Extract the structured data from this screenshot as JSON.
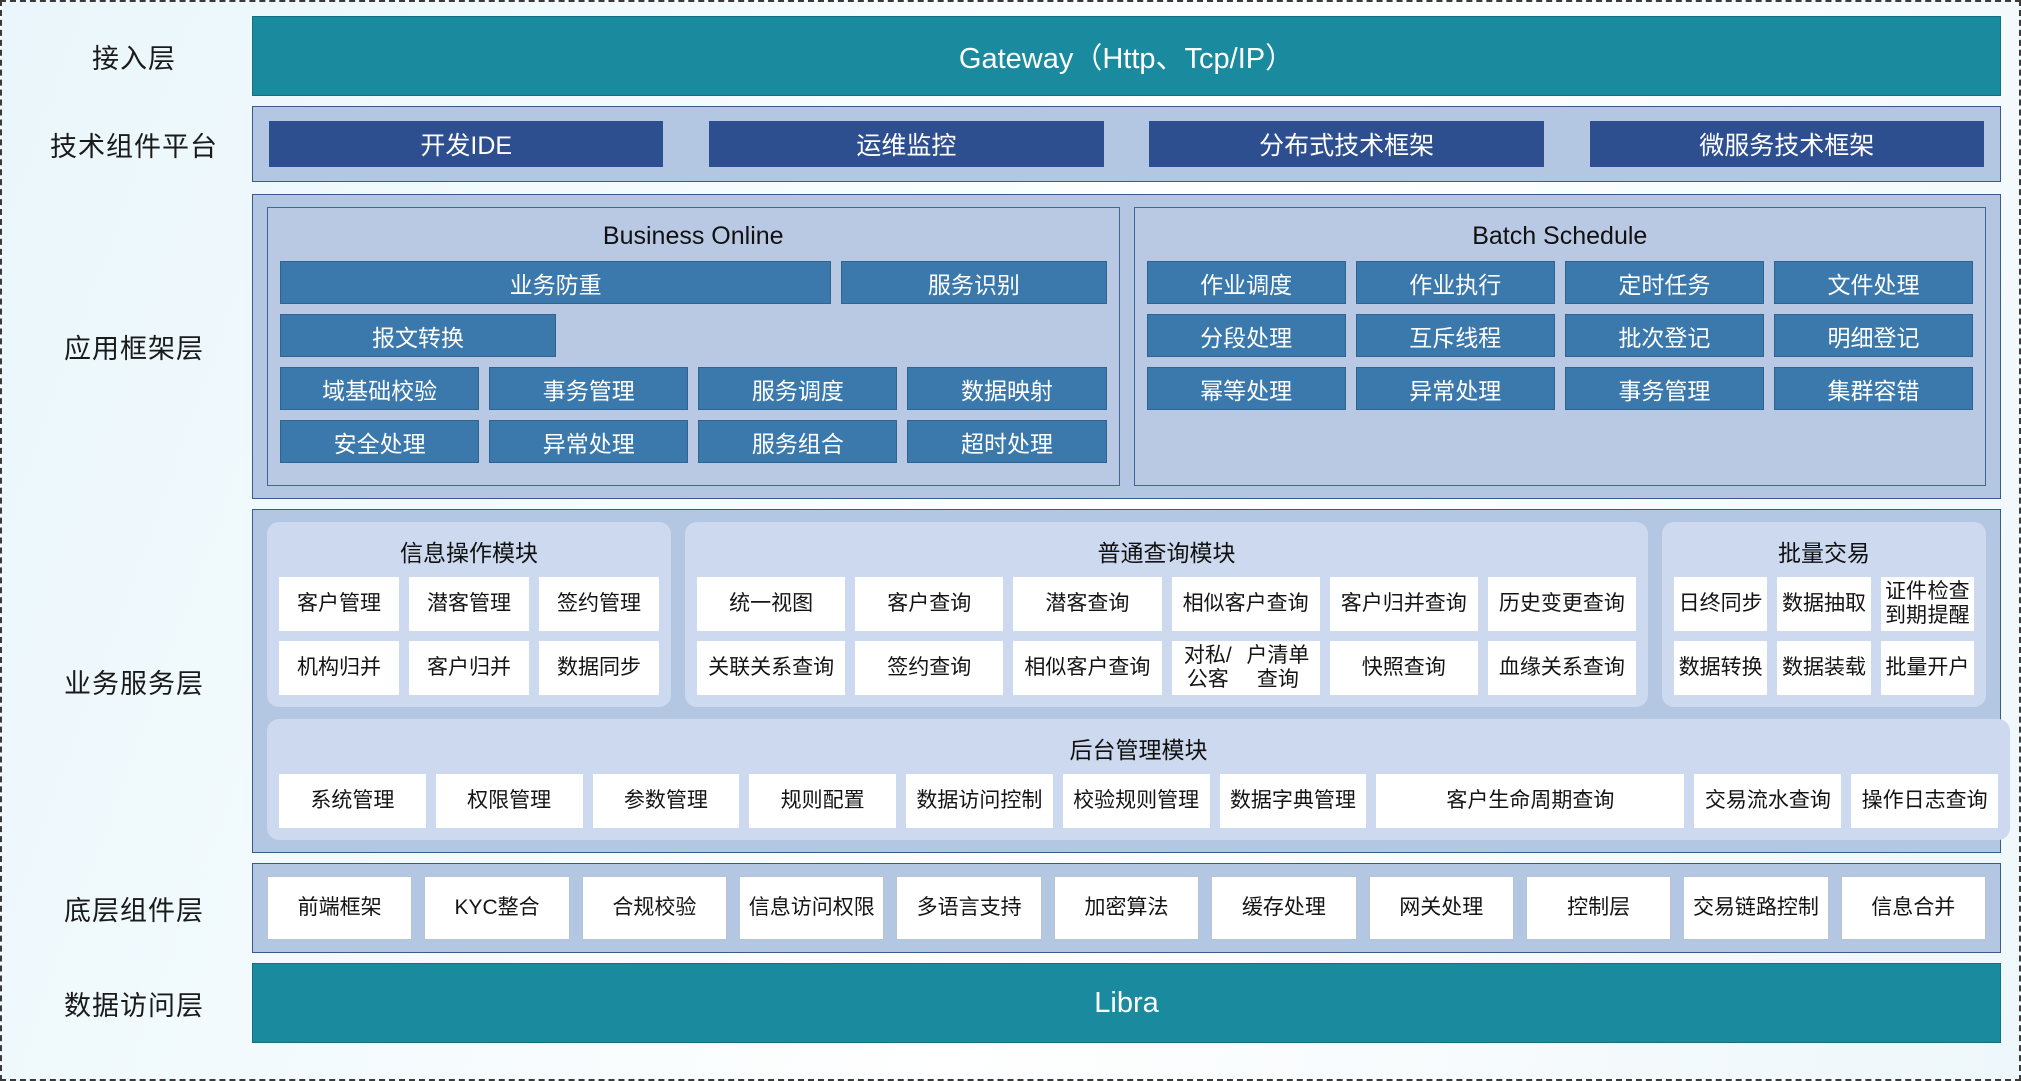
{
  "layers": {
    "access": "接入层",
    "tech_platform": "技术组件平台",
    "app_framework": "应用框架层",
    "business_service": "业务服务层",
    "base_component": "底层组件层",
    "data_access": "数据访问层"
  },
  "gateway": {
    "title": "Gateway（Http、Tcp/IP）"
  },
  "data_access_bar": {
    "title": "Libra"
  },
  "tech_buttons": [
    "开发IDE",
    "运维监控",
    "分布式技术框架",
    "微服务技术框架"
  ],
  "app_framework": {
    "groups": [
      {
        "title": "Business Online",
        "rows": [
          [
            {
              "label": "业务防重",
              "span": 2
            },
            {
              "label": "服务识别"
            },
            {
              "label": "报文转换"
            }
          ],
          [
            {
              "label": "域基础校验"
            },
            {
              "label": "事务管理"
            },
            {
              "label": "服务调度"
            },
            {
              "label": "数据映射"
            }
          ],
          [
            {
              "label": "安全处理"
            },
            {
              "label": "异常处理"
            },
            {
              "label": "服务组合"
            },
            {
              "label": "超时处理"
            }
          ]
        ]
      },
      {
        "title": "Batch Schedule",
        "rows": [
          [
            {
              "label": "作业调度"
            },
            {
              "label": "作业执行"
            },
            {
              "label": "定时任务"
            },
            {
              "label": "文件处理"
            }
          ],
          [
            {
              "label": "分段处理"
            },
            {
              "label": "互斥线程"
            },
            {
              "label": "批次登记"
            },
            {
              "label": "明细登记"
            }
          ],
          [
            {
              "label": "幂等处理"
            },
            {
              "label": "异常处理"
            },
            {
              "label": "事务管理"
            },
            {
              "label": "集群容错"
            }
          ]
        ]
      }
    ]
  },
  "business_service": {
    "modules": [
      {
        "key": "info",
        "title": "信息操作模块",
        "cards": [
          "客户管理",
          "潜客管理",
          "签约管理",
          "机构归并",
          "客户归并",
          "数据同步"
        ]
      },
      {
        "key": "query",
        "title": "普通查询模块",
        "cards": [
          "统一视图",
          "客户查询",
          "潜客查询",
          "相似客户\n查询",
          "客户归并\n查询",
          "历史变更\n查询",
          "关联关系\n查询",
          "签约查询",
          "相似客户\n查询",
          "对私/公客\n户清单查询",
          "快照查询",
          "血缘关系\n查询"
        ]
      },
      {
        "key": "batch",
        "title": "批量交易",
        "cards": [
          "日终\n同步",
          "数据\n抽取",
          "证件到期\n检查提醒",
          "数据\n转换",
          "数据\n装载",
          "批量\n开户"
        ]
      }
    ],
    "admin": {
      "title": "后台管理模块",
      "cards": [
        "系统\n管理",
        "权限\n管理",
        "参数\n管理",
        "规则\n配置",
        "数据访问\n控制",
        "校验规\n则管理",
        "数据字\n典管理",
        "客户生命周期查询",
        "交易流\n水查询",
        "操作日\n志查询"
      ]
    }
  },
  "base_components": [
    "前端\n框架",
    "KYC\n整合",
    "合规\n校验",
    "信息访问\n权限",
    "多语言\n支持",
    "加密\n算法",
    "缓存\n处理",
    "网关\n处理",
    "控制层",
    "交易链\n路控制",
    "信息\n合并"
  ],
  "colors": {
    "teal": "#1a8a9e",
    "dark_blue_button": "#2e4f8f",
    "tile_blue": "#3b79ad",
    "panel_blue": "#b4c7e2",
    "module_bg": "#ccd9ee",
    "card_white": "#ffffff"
  }
}
